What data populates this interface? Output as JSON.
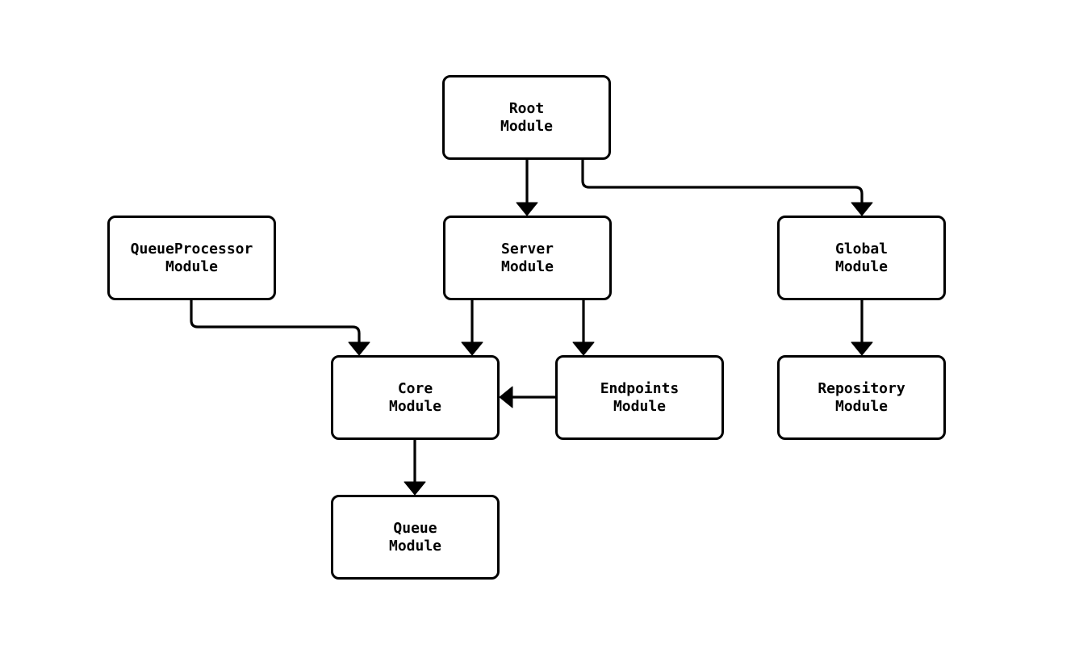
{
  "diagram": {
    "type": "flowchart",
    "background_color": "#ffffff",
    "node_fill_color": "#ffffff",
    "node_border_color": "#000000",
    "edge_color": "#000000",
    "nodes": {
      "root": {
        "label": "Root\nModule"
      },
      "queue_processor": {
        "label": "QueueProcessor\nModule"
      },
      "server": {
        "label": "Server\nModule"
      },
      "global": {
        "label": "Global\nModule"
      },
      "core": {
        "label": "Core\nModule"
      },
      "endpoints": {
        "label": "Endpoints\nModule"
      },
      "repository": {
        "label": "Repository\nModule"
      },
      "queue": {
        "label": "Queue\nModule"
      }
    },
    "edges": [
      {
        "from": "Root Module",
        "to": "Server Module"
      },
      {
        "from": "Root Module",
        "to": "Global Module"
      },
      {
        "from": "QueueProcessor Module",
        "to": "Core Module"
      },
      {
        "from": "Server Module",
        "to": "Core Module"
      },
      {
        "from": "Server Module",
        "to": "Endpoints Module"
      },
      {
        "from": "Endpoints Module",
        "to": "Core Module"
      },
      {
        "from": "Global Module",
        "to": "Repository Module"
      },
      {
        "from": "Core Module",
        "to": "Queue Module"
      }
    ]
  }
}
